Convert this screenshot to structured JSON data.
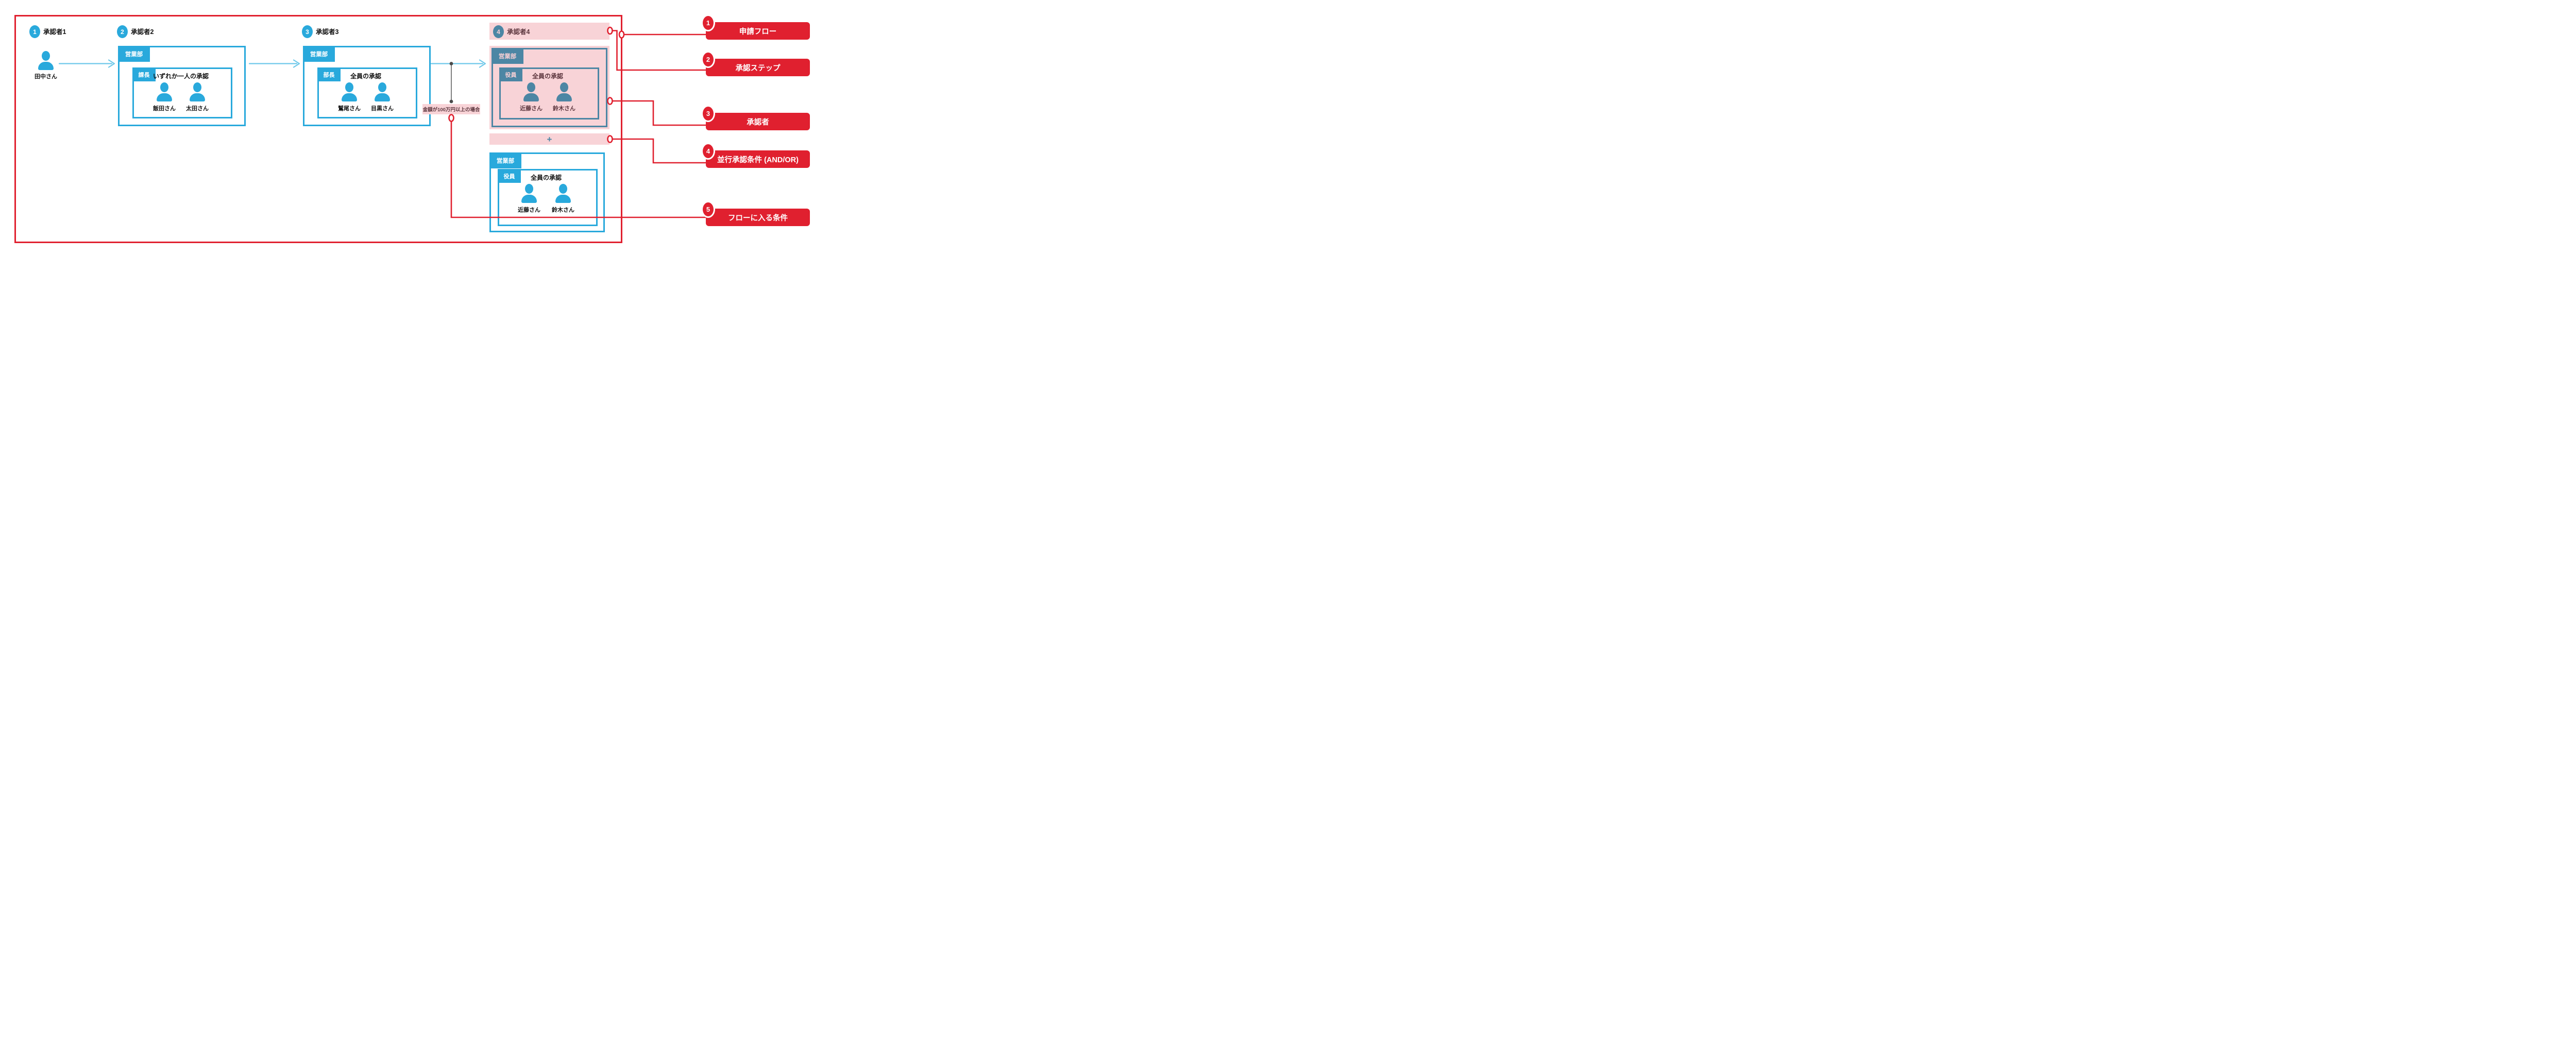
{
  "colors": {
    "accent_blue": "#29A9DC",
    "highlight_steel_blue": "#4C86A4",
    "highlight_pink": "#F8D3D7",
    "legend_red": "#E0202F",
    "arrow_light_blue": "#6EC8E9",
    "connector_gray": "#4A4A4A",
    "highlight_text_maroon": "#5C363E"
  },
  "steps": [
    {
      "num": "1",
      "title": "承認者1",
      "members": [
        "田中さん"
      ]
    },
    {
      "num": "2",
      "title": "承認者2",
      "department": "営業部",
      "role": "課長",
      "rule": "いずれか一人の承認",
      "members": [
        "飯田さん",
        "太田さん"
      ]
    },
    {
      "num": "3",
      "title": "承認者3",
      "department": "営業部",
      "role": "部長",
      "rule": "全員の承認",
      "members": [
        "鷲尾さん",
        "目黒さん"
      ]
    },
    {
      "num": "4",
      "title": "承認者4",
      "parallel_operator": "+",
      "groups": [
        {
          "department": "営業部",
          "role": "役員",
          "rule": "全員の承認",
          "members": [
            "近藤さん",
            "鈴木さん"
          ]
        },
        {
          "department": "営業部",
          "role": "役員",
          "rule": "全員の承認",
          "members": [
            "近藤さん",
            "鈴木さん"
          ]
        }
      ]
    }
  ],
  "condition_label": "金額が100万円以上の場合",
  "legend": [
    {
      "num": "1",
      "label": "申請フロー"
    },
    {
      "num": "2",
      "label": "承認ステップ"
    },
    {
      "num": "3",
      "label": "承認者"
    },
    {
      "num": "4",
      "label": "並行承認条件 (AND/OR)"
    },
    {
      "num": "5",
      "label": "フローに入る条件"
    }
  ]
}
